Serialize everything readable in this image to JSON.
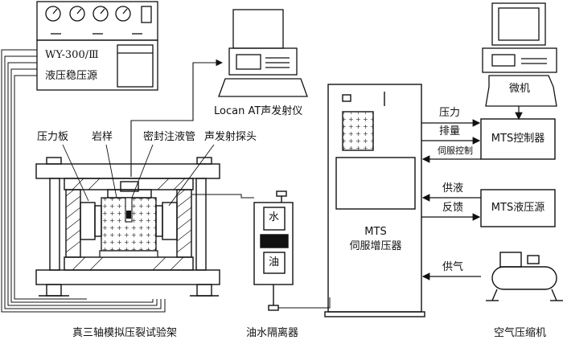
{
  "labels": {
    "wy_model": "WY-300/Ⅲ",
    "wy_name": "液压稳压源",
    "locan": "Locan AT声发射仪",
    "press_plate": "压力板",
    "rock_sample": "岩样",
    "seal_pipe": "密封注液管",
    "ae_probe": "声发射探头",
    "rig": "真三轴模拟压裂试验架",
    "separator": "油水隔离器",
    "water": "水",
    "oil": "油",
    "mts_top": "MTS",
    "mts_bottom": "伺服增压器",
    "computer": "微机",
    "mts_controller": "MTS控制器",
    "mts_hydraulic": "MTS液压源",
    "compressor": "空气压缩机",
    "sig_pressure": "压力",
    "sig_flow": "排量",
    "sig_servo": "伺服控制",
    "sig_supply_liquid": "供液",
    "sig_feedback": "反馈",
    "sig_supply_air": "供气"
  }
}
